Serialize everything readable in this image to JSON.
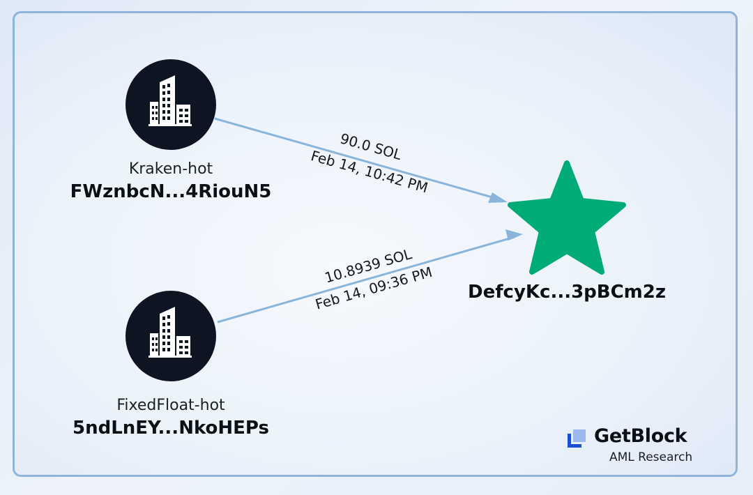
{
  "nodes": {
    "kraken": {
      "type_label": "Kraken-hot",
      "address": "FWznbcN...4RiouN5",
      "icon": "building-icon"
    },
    "fixedfloat": {
      "type_label": "FixedFloat-hot",
      "address": "5ndLnEY...NkoHEPs",
      "icon": "building-icon"
    },
    "target": {
      "address": "DefcyKc...3pBCm2z",
      "icon": "star-icon"
    }
  },
  "edges": [
    {
      "from": "kraken",
      "to": "target",
      "amount": "90.0 SOL",
      "date": "Feb 14, 10:42 PM"
    },
    {
      "from": "fixedfloat",
      "to": "target",
      "amount": "10.8939 SOL",
      "date": "Feb 14, 09:36 PM"
    }
  ],
  "brand": {
    "name": "GetBlock",
    "subtitle": "AML Research"
  },
  "colors": {
    "node_fill": "#0d1522",
    "star": "#00ab78",
    "edge": "#8ab5da",
    "frame": "#8fb4dc",
    "logo_primary": "#1a4fd1",
    "logo_secondary": "#9db7ef"
  }
}
